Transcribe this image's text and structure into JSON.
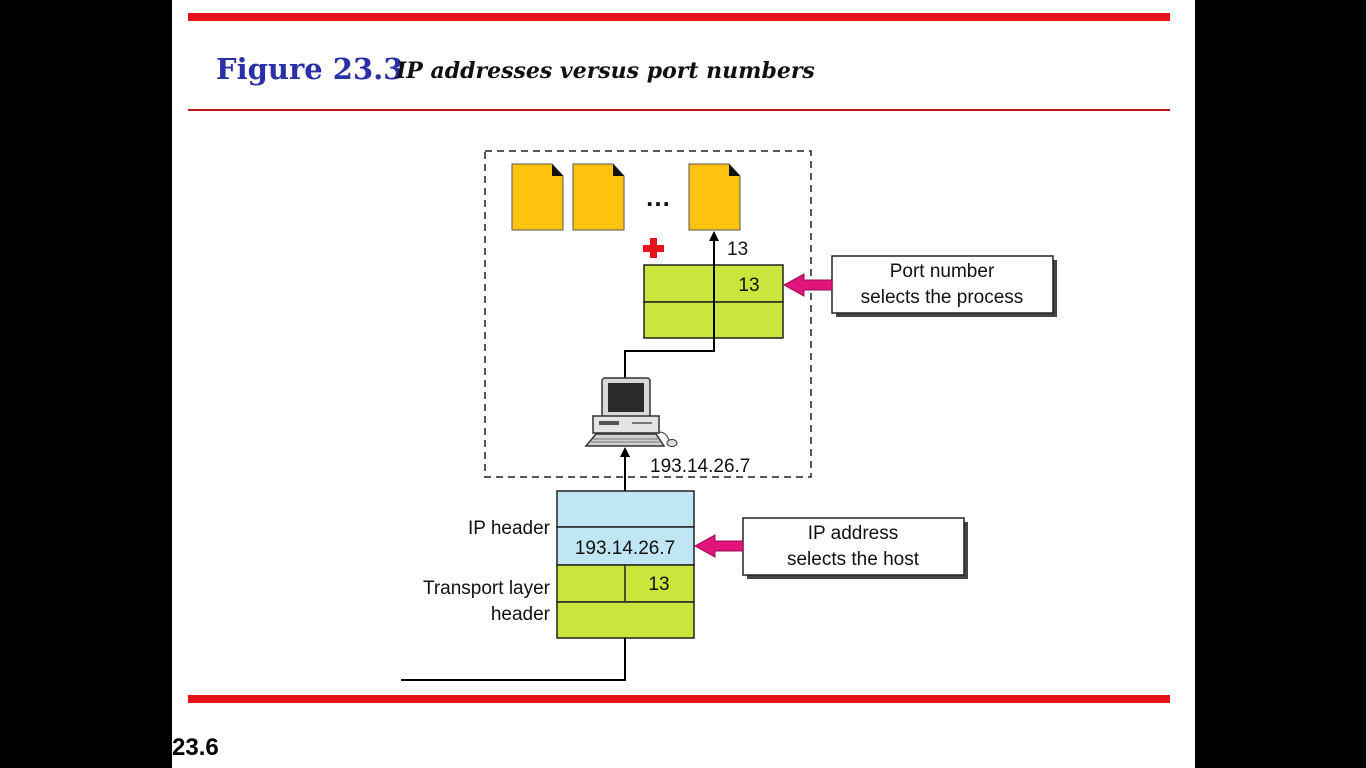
{
  "figure": {
    "label": "Figure 23.3",
    "caption": "IP addresses versus port numbers"
  },
  "slide_number": "23.6",
  "diagram": {
    "ellipsis": "…",
    "process_port": "13",
    "transport_header_port": "13",
    "lower_transport_port": "13",
    "host_ip": "193.14.26.7",
    "ip_header_label": "IP header",
    "ip_header_value": "193.14.26.7",
    "transport_label_line1": "Transport layer",
    "transport_label_line2": "header",
    "port_callout_line1": "Port number",
    "port_callout_line2": "selects the process",
    "ip_callout_line1": "IP address",
    "ip_callout_line2": "selects the host"
  },
  "colors": {
    "accent_red": "#e8121a",
    "title_blue": "#2b2fa8",
    "file_yellow": "#ffc20e",
    "header_green": "#c8e63c",
    "ip_blue": "#bfe6f2",
    "arrow_magenta": "#e0147a"
  },
  "icons": [
    "document-icon",
    "computer-icon",
    "red-cross-icon"
  ]
}
